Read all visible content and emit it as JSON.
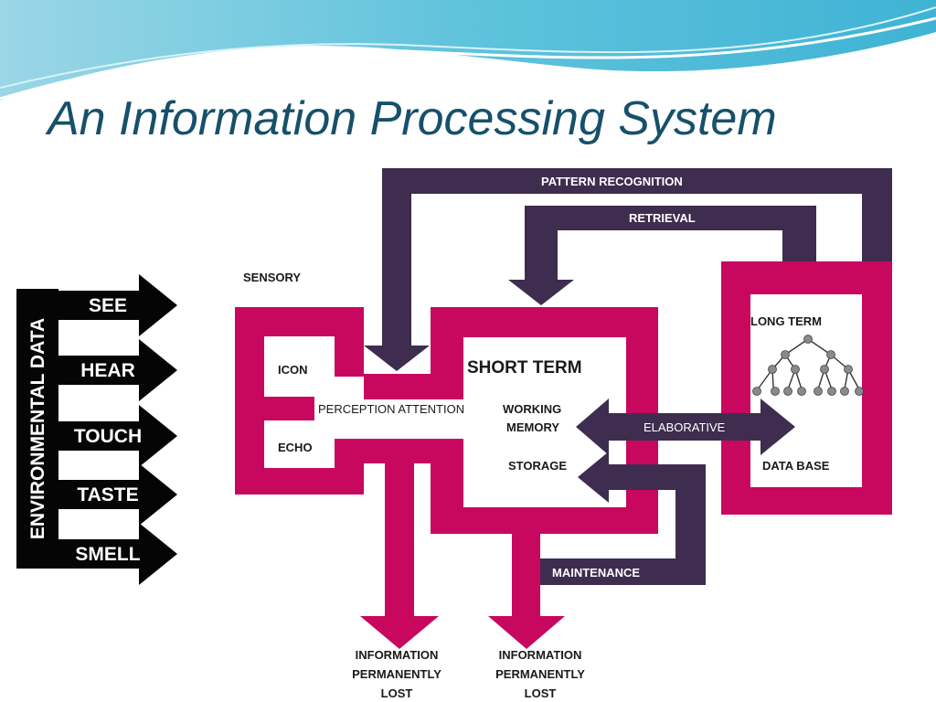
{
  "title": "An Information Processing System",
  "colors": {
    "magenta": "#c8075f",
    "purple": "#3e2d4f",
    "black": "#050505",
    "title": "#17506a"
  },
  "icons": {
    "tree": "hierarchy-tree-icon"
  },
  "diagram": {
    "sensory": "SENSORY",
    "environmental_data": "ENVIRONMENTAL DATA",
    "senses": [
      "SEE",
      "HEAR",
      "TOUCH",
      "TASTE",
      "SMELL"
    ],
    "icon": "ICON",
    "echo": "ECHO",
    "perception_attention": "PERCEPTION ATTENTION",
    "short_term": "SHORT TERM",
    "working_memory_1": "WORKING",
    "working_memory_2": "MEMORY",
    "storage": "STORAGE",
    "long_term": "LONG TERM",
    "data_base": "DATA BASE",
    "pattern_recognition": "PATTERN RECOGNITION",
    "retrieval": "RETRIEVAL",
    "elaborative": "ELABORATIVE",
    "maintenance": "MAINTENANCE",
    "lost_1": [
      "INFORMATION",
      "PERMANENTLY",
      "LOST"
    ],
    "lost_2": [
      "INFORMATION",
      "PERMANENTLY",
      "LOST"
    ]
  }
}
